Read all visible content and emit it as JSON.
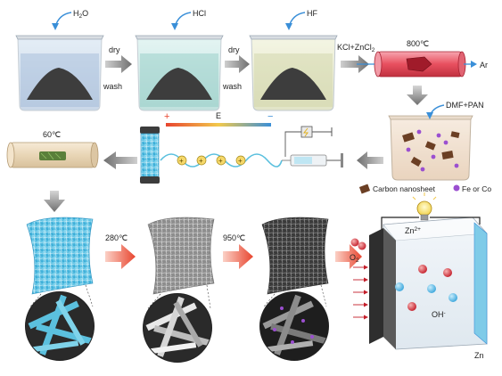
{
  "reagents": {
    "water": "H",
    "water_sub": "2",
    "water_tail": "O",
    "hcl": "HCl",
    "hf": "HF",
    "salt": "KCl+ZnCl",
    "salt_sub": "2"
  },
  "steps": {
    "dry_1": "dry",
    "wash_1": "wash",
    "dry_2": "dry",
    "wash_2": "wash"
  },
  "furnace": {
    "temp": "800℃",
    "gas": "Ar"
  },
  "solution": {
    "label": "DMF+PAN"
  },
  "dry_tube": {
    "temp": "60℃"
  },
  "electrospin": {
    "field_label": "E",
    "plus": "+",
    "minus": "−"
  },
  "legend": {
    "nanosheet": "Carbon nanosheet",
    "metal": "Fe or Co"
  },
  "anneal": {
    "temp_1": "280℃",
    "temp_2": "950℃"
  },
  "battery": {
    "ion": "Zn",
    "ion_sup": "2+",
    "oxygen": "O",
    "oxygen_sub": "2",
    "hydroxide": "OH",
    "hydroxide_sup": "-",
    "anode": "Zn"
  },
  "colors": {
    "fiber_blue": "#5bc0de",
    "arrow_red": "#e8452f",
    "arrow_gray": "#8a8a8a"
  }
}
